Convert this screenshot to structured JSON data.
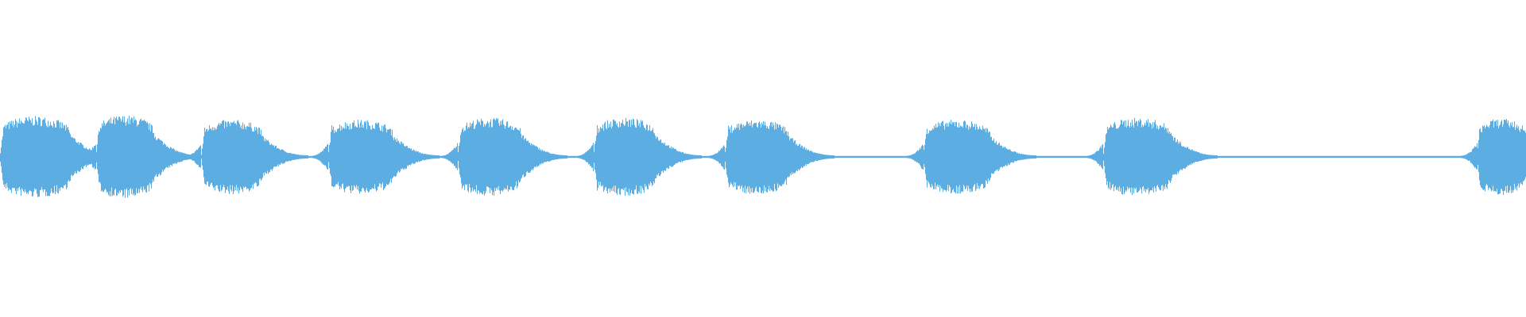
{
  "waveform": {
    "color": "#5dade2",
    "background": "#ffffff",
    "bursts": [
      {
        "start": 0.0,
        "end": 0.046,
        "amplitude": 0.94
      },
      {
        "start": 0.063,
        "end": 0.101,
        "amplitude": 0.96
      },
      {
        "start": 0.132,
        "end": 0.172,
        "amplitude": 0.86
      },
      {
        "start": 0.215,
        "end": 0.258,
        "amplitude": 0.86
      },
      {
        "start": 0.3,
        "end": 0.342,
        "amplitude": 0.9
      },
      {
        "start": 0.389,
        "end": 0.43,
        "amplitude": 0.9
      },
      {
        "start": 0.475,
        "end": 0.517,
        "amplitude": 0.86
      },
      {
        "start": 0.605,
        "end": 0.649,
        "amplitude": 0.86
      },
      {
        "start": 0.723,
        "end": 0.768,
        "amplitude": 0.9
      },
      {
        "start": 0.968,
        "end": 1.0,
        "amplitude": 0.88
      }
    ],
    "tail_decay": 0.03
  }
}
